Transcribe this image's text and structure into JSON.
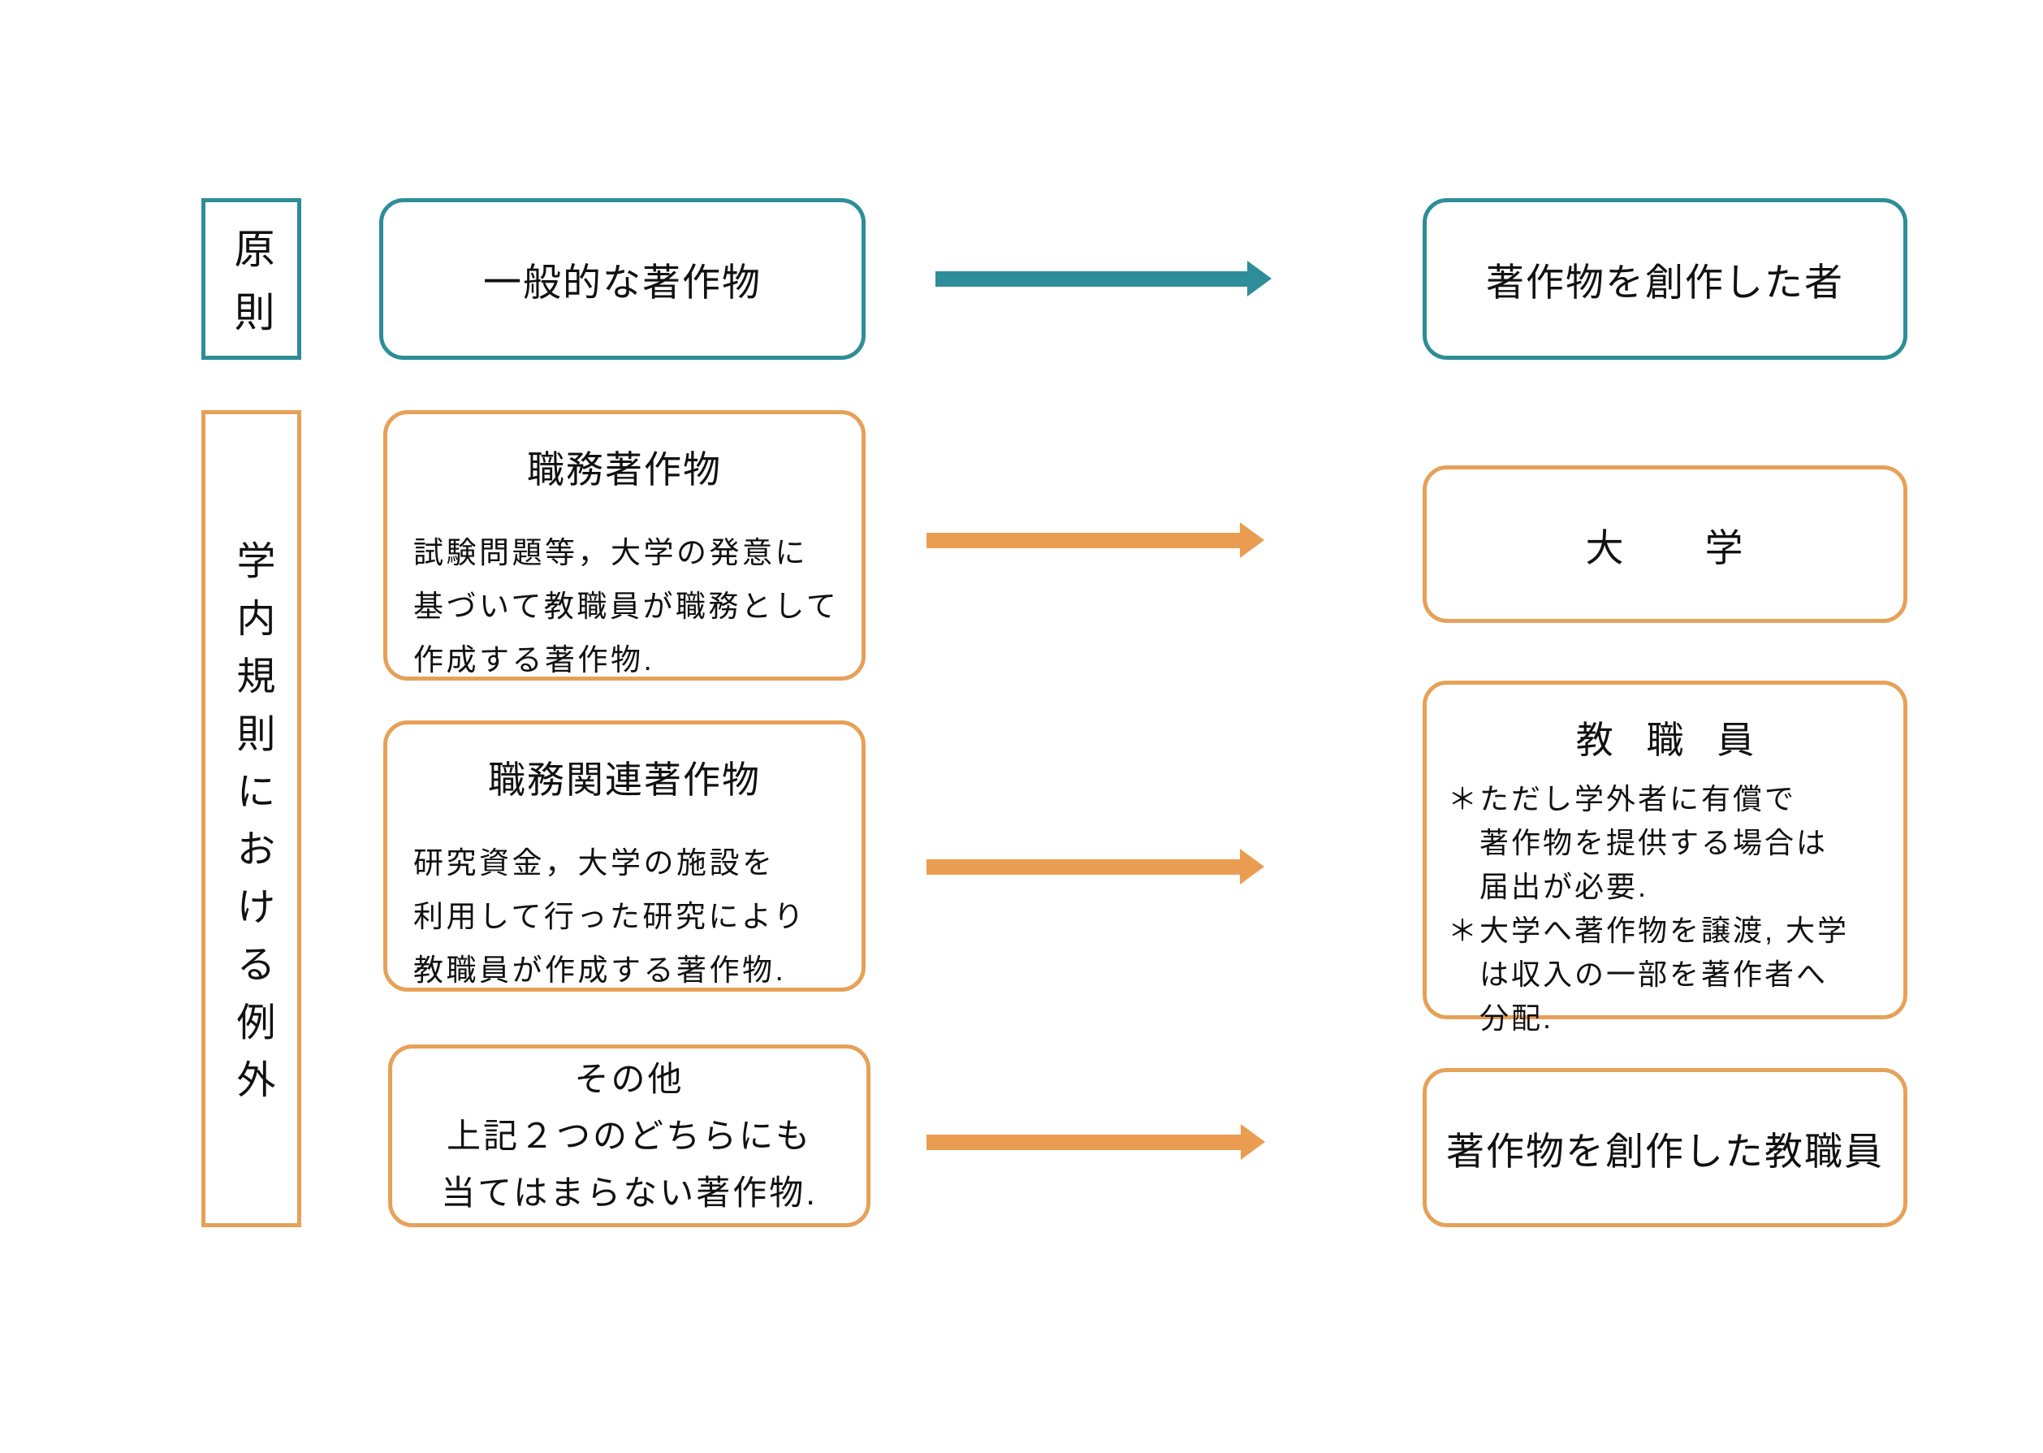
{
  "palette": {
    "teal": "#2E8D98",
    "orange": "#E6A159",
    "orange_arrow": "#EA9D51",
    "text": "#111111",
    "bg": "#ffffff"
  },
  "principle": {
    "label": "原則"
  },
  "general_work": {
    "title": "一般的な著作物"
  },
  "creator": {
    "title": "著作物を創作した者"
  },
  "exception": {
    "label": "学内規則における例外"
  },
  "work_for_hire": {
    "title": "職務著作物",
    "lines": [
      "試験問題等，大学の発意に",
      "基づいて教職員が職務として",
      "作成する著作物."
    ]
  },
  "university": {
    "title": "大　　学"
  },
  "work_related": {
    "title": "職務関連著作物",
    "lines": [
      "研究資金，大学の施設を",
      "利用して行った研究により",
      "教職員が作成する著作物."
    ]
  },
  "staff": {
    "title": "教 職 員",
    "lines": [
      "＊ただし学外者に有償で",
      "　著作物を提供する場合は",
      "　届出が必要.",
      "＊大学へ著作物を譲渡, 大学",
      "　は収入の一部を著作者へ",
      "　分配."
    ]
  },
  "other": {
    "lines": [
      "その他",
      "上記２つのどちらにも",
      "当てはまらない著作物."
    ]
  },
  "creator_staff": {
    "title": "著作物を創作した教職員"
  }
}
